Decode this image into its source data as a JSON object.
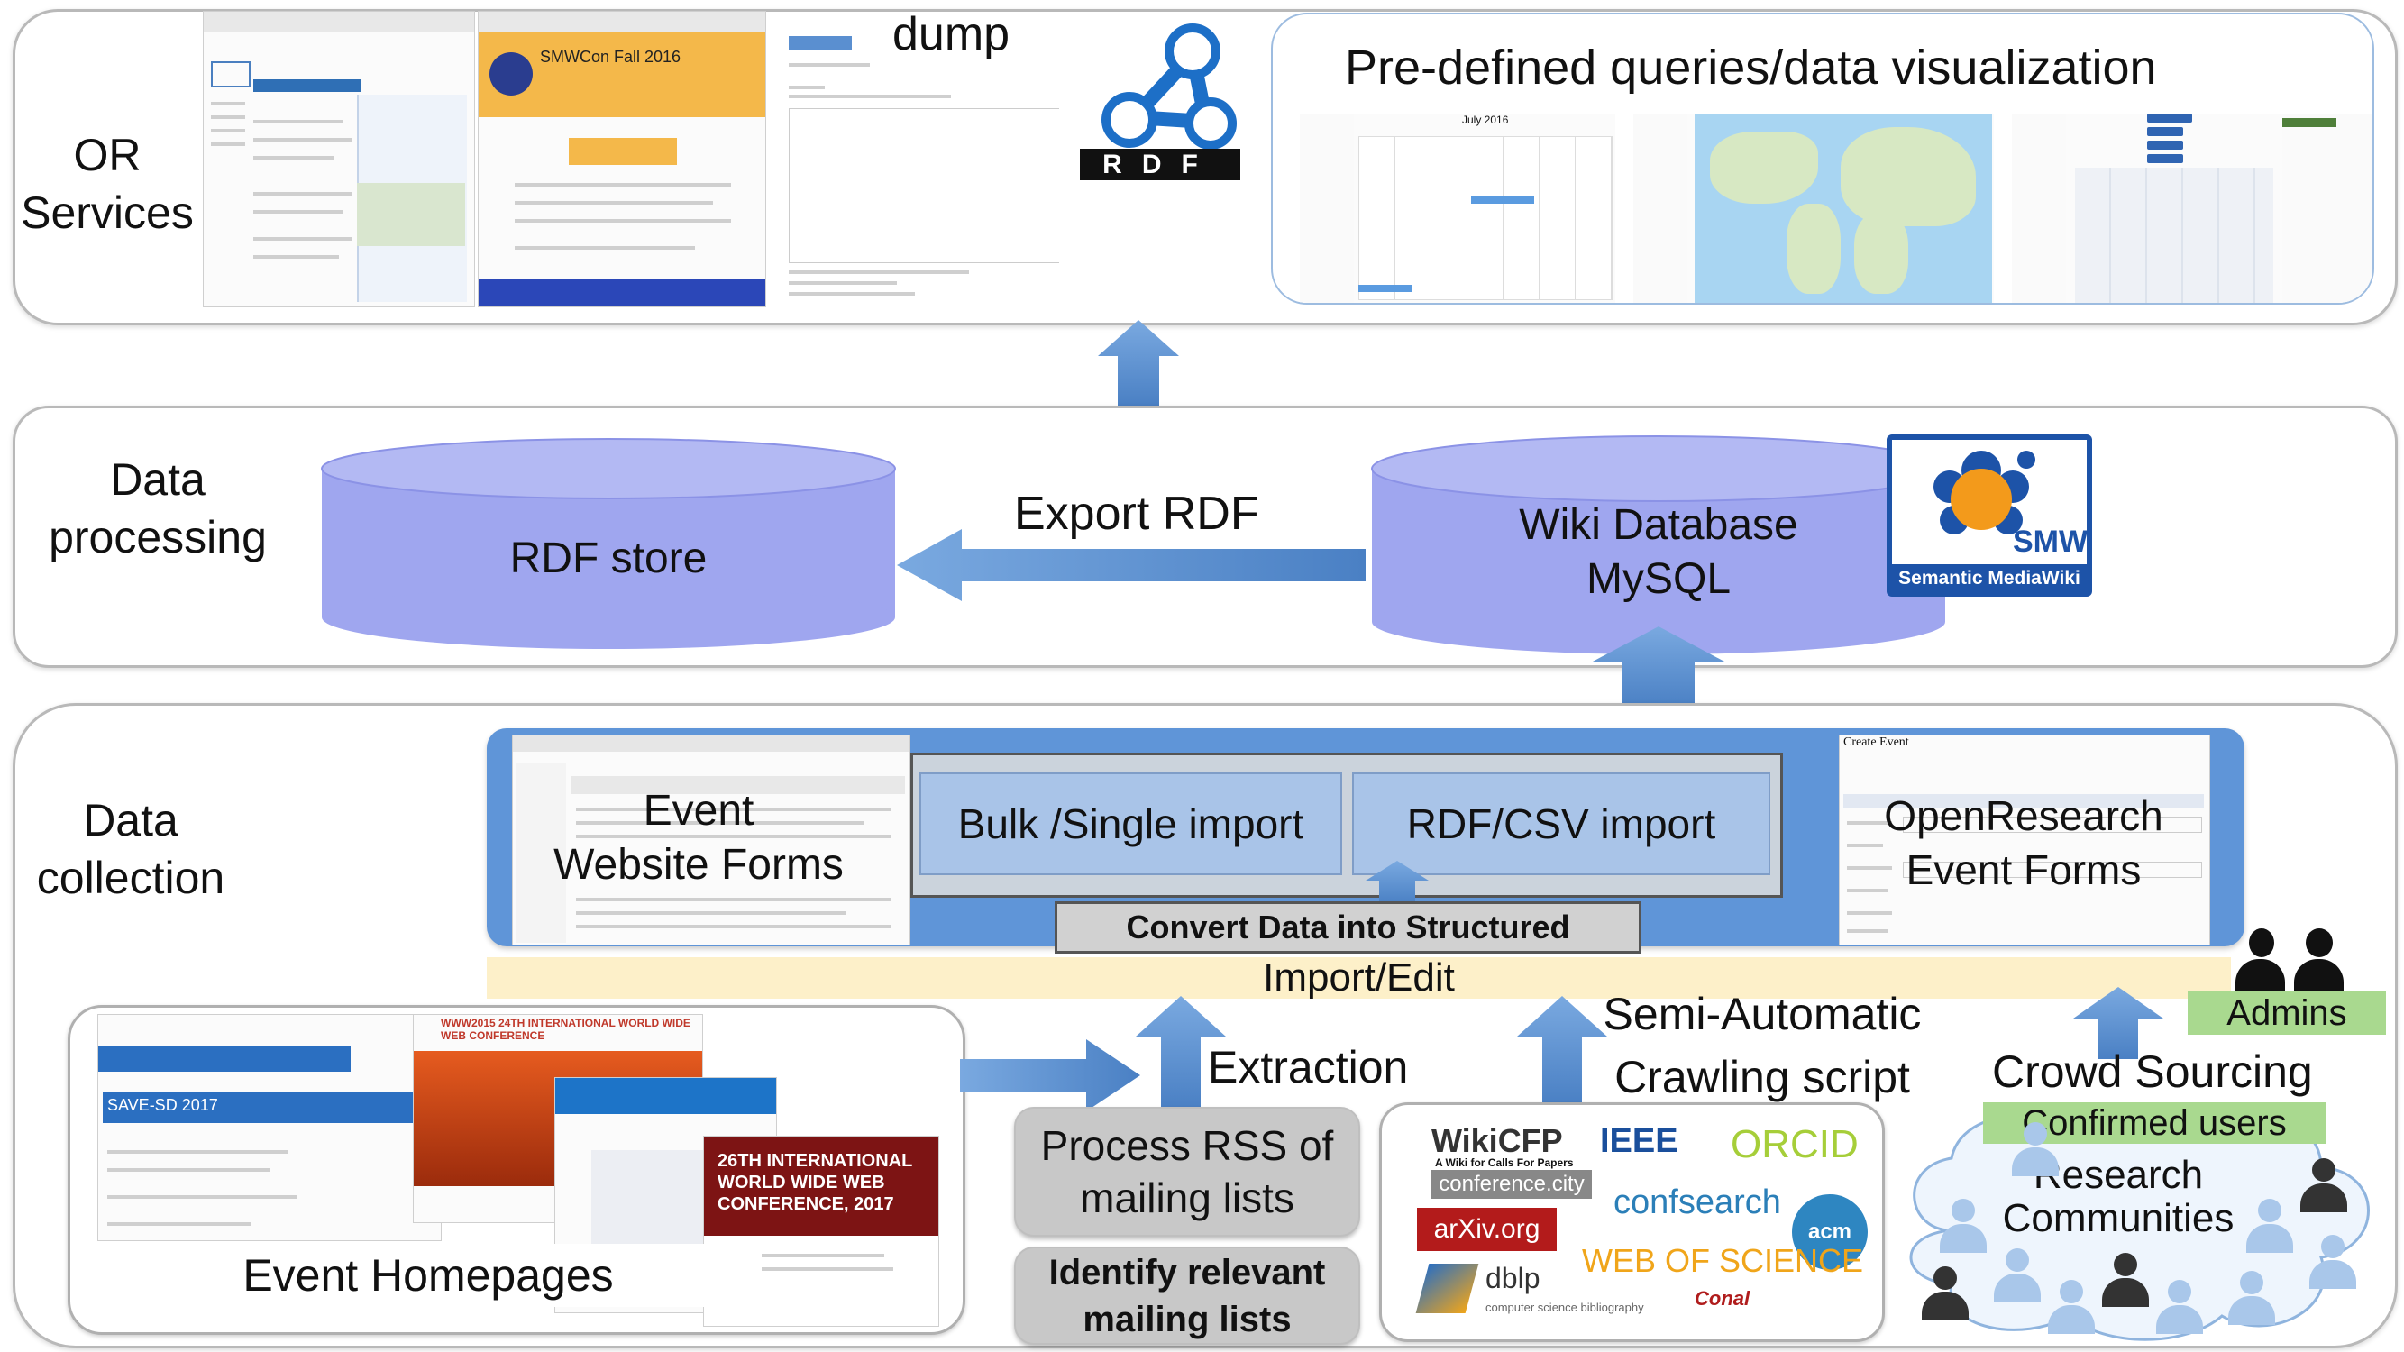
{
  "layers": {
    "or_services": "OR\nServices",
    "data_processing": "Data\nprocessing",
    "data_collection": "Data\ncollection"
  },
  "top": {
    "dump": "dump",
    "predefined_queries": "Pre-defined queries/data visualization",
    "rdf_logo": "RDF",
    "calendar_month": "July 2016",
    "smwcon_title": "SMWCon Fall 2016"
  },
  "middle": {
    "rdf_store": "RDF store",
    "export_rdf": "Export RDF",
    "wiki_db_line1": "Wiki Database",
    "wiki_db_line2": "MySQL",
    "smw_logo_top": "SMW",
    "smw_logo_bottom": "Semantic MediaWiki"
  },
  "collection": {
    "event_website_forms": "Event\nWebsite Forms",
    "bulk_import": "Bulk /Single import",
    "rdf_csv_import": "RDF/CSV import",
    "openresearch_forms": "OpenResearch\nEvent Forms",
    "create_event": "Create Event",
    "convert": "Convert Data into Structured",
    "import_edit": "Import/Edit",
    "extraction": "Extraction",
    "semi_automatic": "Semi-Automatic\nCrawling script",
    "crowd_sourcing": "Crowd Sourcing",
    "admins": "Admins",
    "confirmed_users": "Confirmed users",
    "research_communities": "Research\nCommunities",
    "process_rss": "Process RSS of\nmailing lists",
    "identify_lists": "Identify relevant\nmailing lists",
    "event_homepages": "Event Homepages",
    "homepage_1": "SAVE-SD 2017",
    "homepage_2": "WWW2015 24TH INTERNATIONAL WORLD WIDE WEB CONFERENCE",
    "homepage_3": "26TH INTERNATIONAL WORLD WIDE WEB CONFERENCE, 2017"
  },
  "sources": {
    "wikicfp": "WikiCFP",
    "wikicfp_sub": "A Wiki for Calls For Papers",
    "ieee": "IEEE",
    "orcid": "ORCID",
    "conference_city": "conference.city",
    "confsearch": "confsearch",
    "arxiv": "arXiv.org",
    "acm": "acm",
    "dblp": "dblp",
    "dblp_sub": "computer science bibliography",
    "wos": "WEB OF SCIENCE",
    "conal": "Conal"
  },
  "colors": {
    "arrow_blue": "#5b93d3",
    "box_blue": "#5f95d8",
    "inner_blue": "#a9c4e8",
    "cylinder": "#9fa6ef",
    "import_strip": "#fdf0c9",
    "green": "#a9d98f",
    "grey": "#c8c8c8"
  }
}
